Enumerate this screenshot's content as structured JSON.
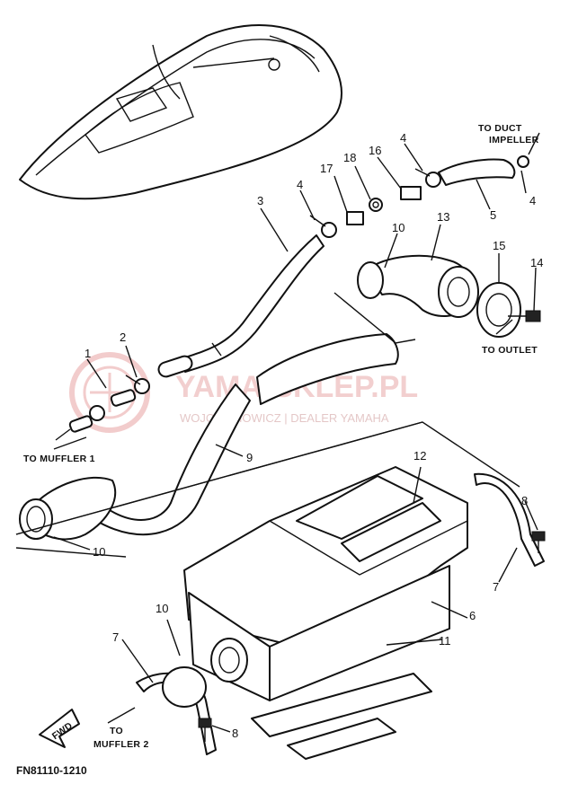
{
  "figure_code": "FN81110-1210",
  "watermark": {
    "brand": "YAMA-SKLEP.PL",
    "tagline": "WOJCIECHOWICZ | DEALER YAMAHA"
  },
  "callouts": {
    "to_duct_impeller_1": "TO DUCT",
    "to_duct_impeller_2": "IMPELLER",
    "to_outlet": "TO OUTLET",
    "to_muffler_1": "TO MUFFLER 1",
    "to_muffler_2_a": "TO",
    "to_muffler_2_b": "MUFFLER 2",
    "fwd": "FWD"
  },
  "part_numbers": {
    "p1": "1",
    "p2": "2",
    "p3": "3",
    "p4a": "4",
    "p4b": "4",
    "p4c": "4",
    "p5": "5",
    "p6": "6",
    "p7a": "7",
    "p7b": "7",
    "p8a": "8",
    "p8b": "8",
    "p9": "9",
    "p10a": "10",
    "p10b": "10",
    "p10c": "10",
    "p11": "11",
    "p12": "12",
    "p13": "13",
    "p14": "14",
    "p15": "15",
    "p16": "16",
    "p17": "17",
    "p18": "18"
  }
}
